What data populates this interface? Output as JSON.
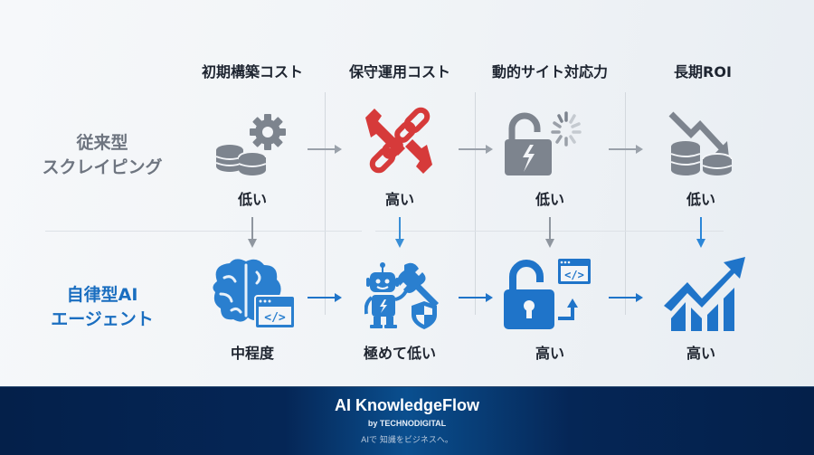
{
  "columns": [
    {
      "label": "初期構築コスト"
    },
    {
      "label": "保守運用コスト"
    },
    {
      "label": "動的サイト対応力"
    },
    {
      "label": "長期ROI"
    }
  ],
  "rows": {
    "legacy": {
      "label_line1": "従来型",
      "label_line2": "スクレイピング",
      "color": "#6e7580",
      "values": [
        "低い",
        "高い",
        "低い",
        "低い"
      ],
      "icons": [
        "coins-gear-icon",
        "broken-chain-wrench-icon",
        "broken-lock-spinner-icon",
        "downtrend-coins-icon"
      ]
    },
    "ai": {
      "label_line1": "自律型AI",
      "label_line2": "エージェント",
      "color": "#1a6ec0",
      "values": [
        "中程度",
        "極めて低い",
        "高い",
        "高い"
      ],
      "icons": [
        "brain-code-icon",
        "robot-wrench-shield-icon",
        "unlocked-code-icon",
        "uptrend-chart-icon"
      ]
    }
  },
  "colors": {
    "legacy_icon": "#7d848e",
    "maintenance_red": "#d63a3a",
    "ai_blue": "#1f74c9",
    "footer_bg": "#052656"
  },
  "footer": {
    "brand": "AI KnowledgeFlow",
    "by": "by TECHNODIGITAL",
    "tagline": "AIで 知識をビジネスへ。"
  }
}
